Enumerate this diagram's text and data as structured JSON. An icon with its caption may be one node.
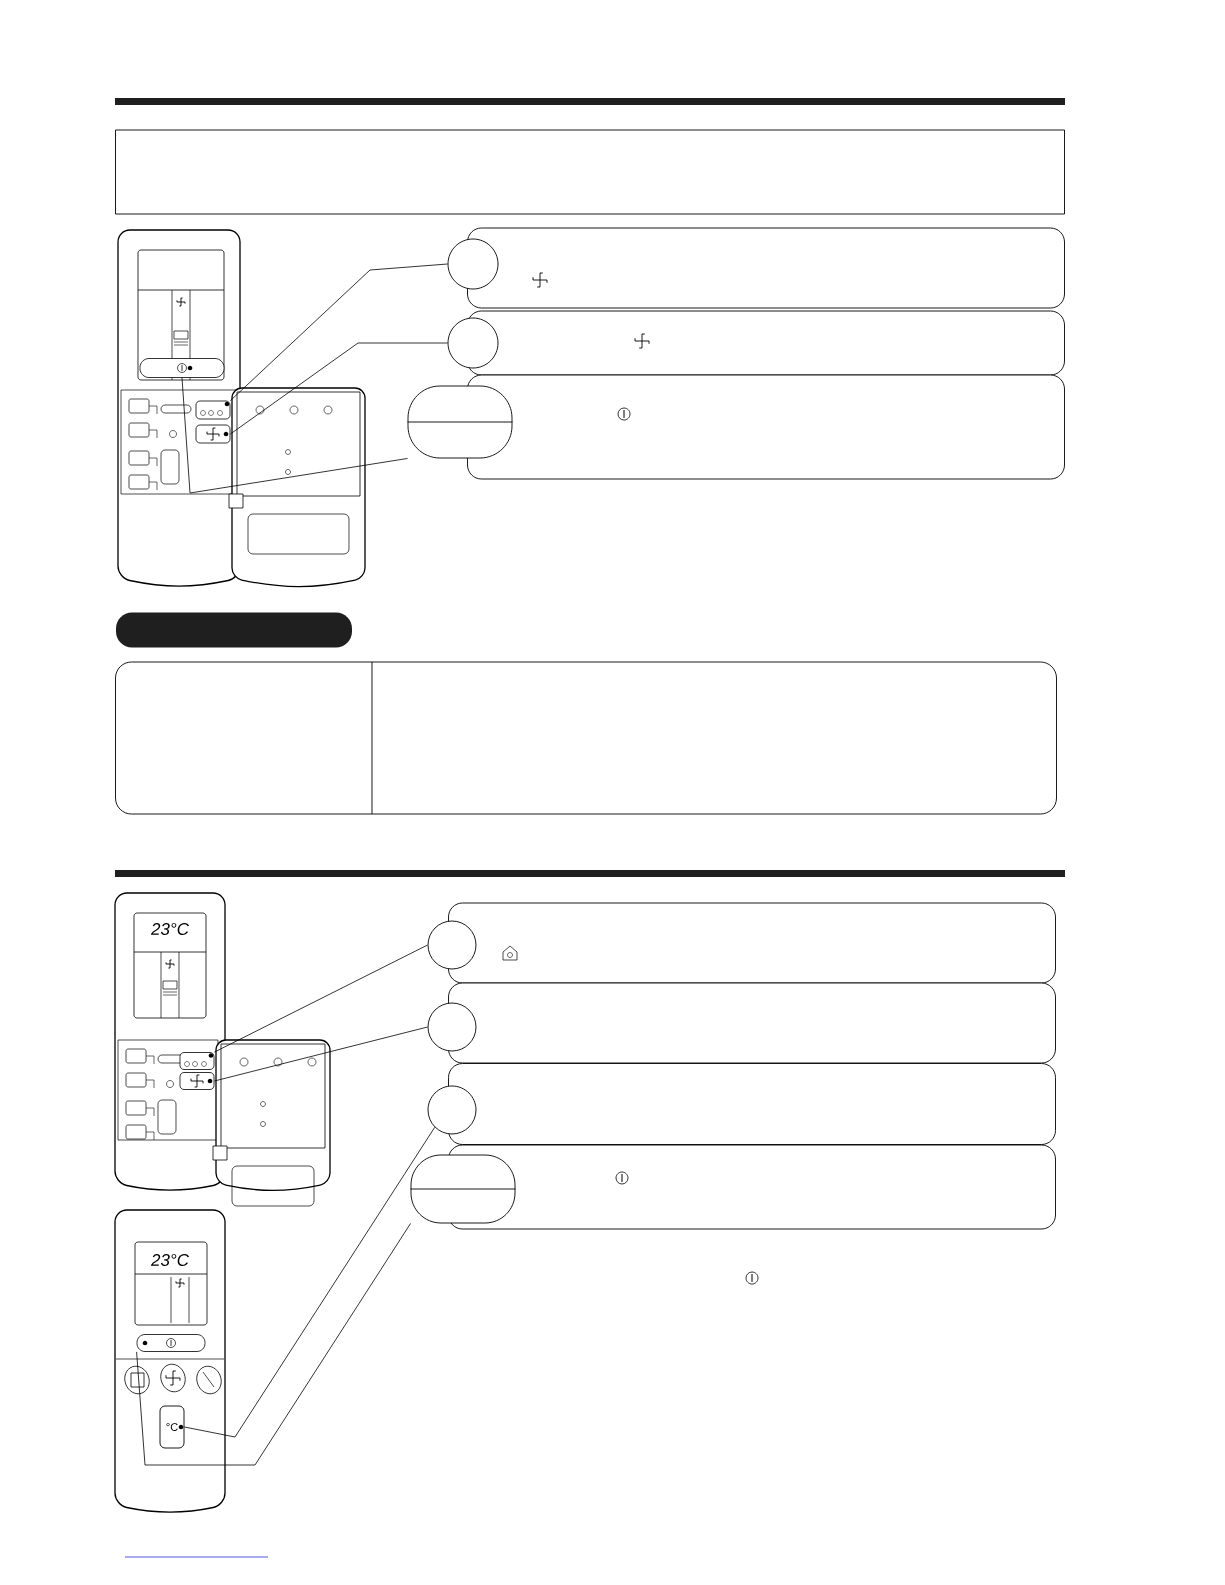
{
  "diagram": {
    "nodes": [
      {
        "text": [],
        "shape": "box"
      },
      {
        "text": [],
        "shape": "box"
      },
      {
        "text": [],
        "shape": "box"
      },
      {
        "text": [],
        "shape": "box"
      },
      {
        "text": [],
        "shape": "circle"
      },
      {
        "text": [],
        "shape": "circle"
      },
      {
        "text": [],
        "shape": "oval"
      },
      {
        "text": [],
        "shape": "button"
      },
      {
        "text": [],
        "shape": "button"
      },
      {
        "text": [],
        "shape": "button"
      },
      {
        "text": [],
        "shape": "bar"
      },
      {
        "text": [],
        "shape": "box"
      },
      {
        "text": [],
        "shape": "box"
      },
      {
        "text": [],
        "shape": "box"
      },
      {
        "text": [],
        "shape": "box"
      },
      {
        "text": [],
        "shape": "box"
      },
      {
        "text": [],
        "shape": "circle"
      },
      {
        "text": [],
        "shape": "circle"
      },
      {
        "text": [],
        "shape": "circle"
      },
      {
        "text": [],
        "shape": "oval"
      },
      {
        "text": [],
        "shape": "button"
      },
      {
        "text": [],
        "shape": "button"
      },
      {
        "text": [],
        "shape": "button"
      },
      {
        "text": [
          "°C"
        ]
      }
    ],
    "edges": [
      {
        "from": 4,
        "to": 7,
        "arrow": "none"
      },
      {
        "from": 5,
        "to": 8,
        "arrow": "none"
      },
      {
        "from": 6,
        "to": 9,
        "arrow": "none"
      },
      {
        "from": 16,
        "to": 20,
        "arrow": "none"
      },
      {
        "from": 17,
        "to": 21,
        "arrow": "none"
      },
      {
        "from": 18,
        "to": 23,
        "arrow": "none"
      },
      {
        "from": 19,
        "to": 22,
        "arrow": "none"
      }
    ],
    "labels": [
      "23°C",
      "23°C"
    ]
  }
}
